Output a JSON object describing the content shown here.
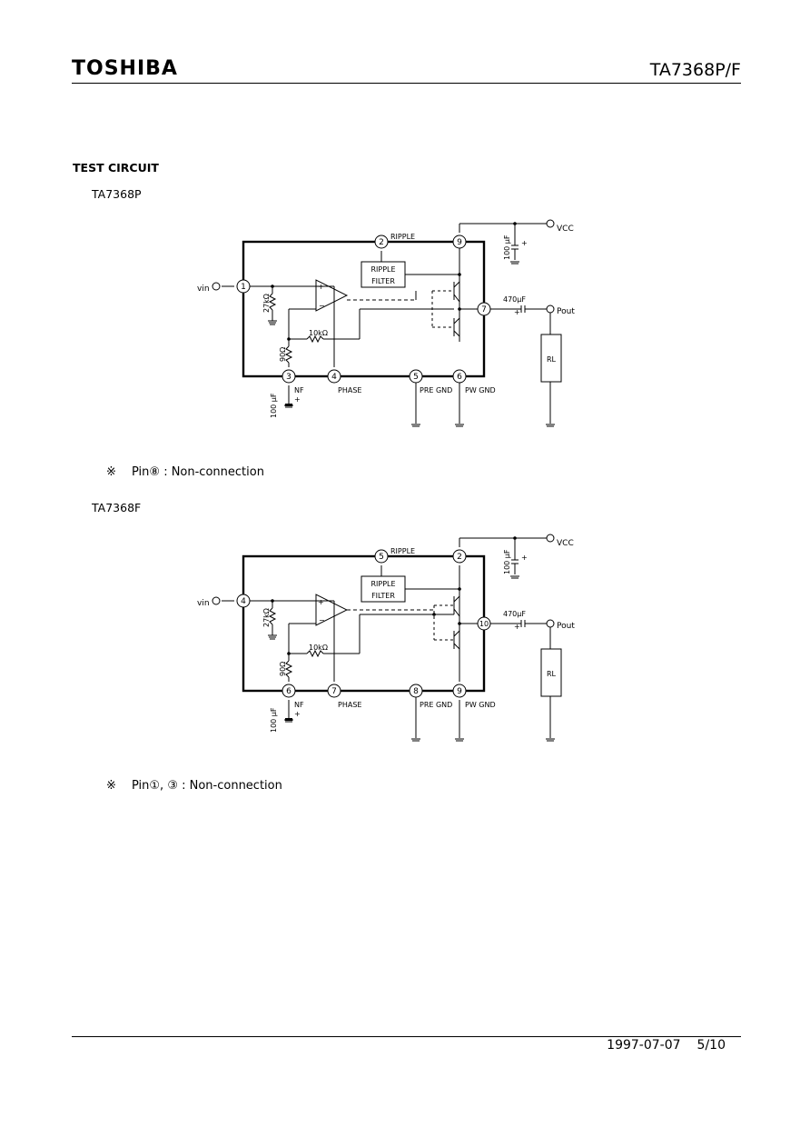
{
  "header": {
    "brand": "TOSHIBA",
    "part_number": "TA7368P/F"
  },
  "section_title": "TEST CIRCUIT",
  "circuits": [
    {
      "name": "TA7368P",
      "labels": {
        "vin": "vin",
        "vcc": "VCC",
        "pout": "Pout",
        "ripple": "RIPPLE",
        "ripple_filter_1": "RIPPLE",
        "ripple_filter_2": "FILTER",
        "r27": "27kΩ",
        "r10": "10kΩ",
        "r90": "90Ω",
        "c100a": "100 μF",
        "c100b": "100 μF",
        "c470": "470μF",
        "rl": "RL",
        "nf": "NF",
        "phase": "PHASE",
        "pregnd": "PRE GND",
        "pwgnd": "PW GND"
      },
      "pins": {
        "input": "1",
        "ripple": "2",
        "nf": "3",
        "phase": "4",
        "pregnd": "5",
        "pwgnd": "6",
        "out": "7",
        "vcc": "9"
      },
      "note_mark": "※",
      "note": "Pin⑧ : Non-connection"
    },
    {
      "name": "TA7368F",
      "labels": {
        "vin": "vin",
        "vcc": "VCC",
        "pout": "Pout",
        "ripple": "RIPPLE",
        "ripple_filter_1": "RIPPLE",
        "ripple_filter_2": "FILTER",
        "r27": "27kΩ",
        "r10": "10kΩ",
        "r90": "90Ω",
        "c100a": "100 μF",
        "c100b": "100 μF",
        "c470": "470μF",
        "rl": "RL",
        "nf": "NF",
        "phase": "PHASE",
        "pregnd": "PRE GND",
        "pwgnd": "PW GND"
      },
      "pins": {
        "input": "4",
        "ripple": "5",
        "nf": "6",
        "phase": "7",
        "pregnd": "8",
        "pwgnd": "9",
        "out": "10",
        "vcc": "2"
      },
      "note_mark": "※",
      "note": "Pin①, ③ : Non-connection"
    }
  ],
  "footer": {
    "date": "1997-07-07",
    "page": "5/10"
  }
}
